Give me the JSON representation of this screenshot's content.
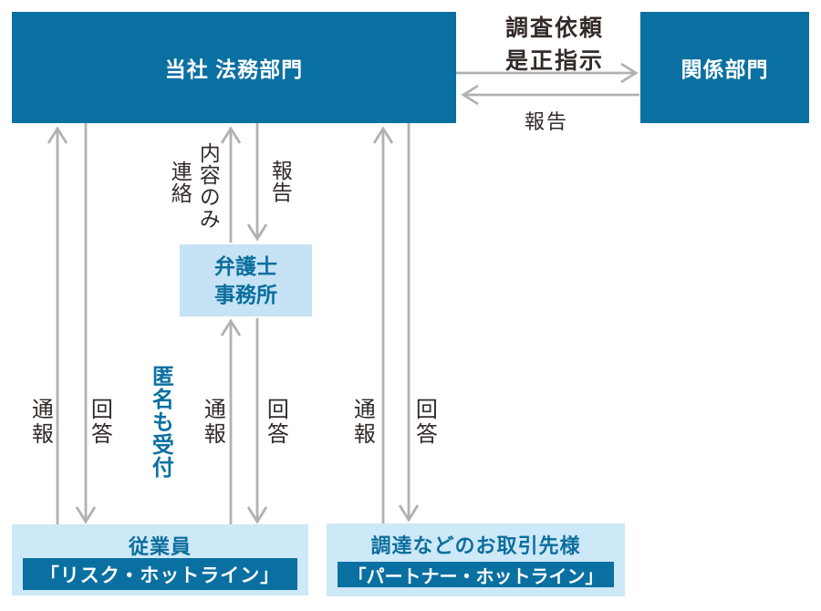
{
  "nodes": {
    "legal": {
      "label": "当社 法務部門"
    },
    "related": {
      "label": "関係部門"
    },
    "lawyer": {
      "line1": "弁護士",
      "line2": "事務所"
    },
    "employees": {
      "title": "従業員",
      "hotline": "「リスク・ホットライン」"
    },
    "partners": {
      "title": "調達などのお取引先様",
      "hotline": "「パートナー・ホットライン」"
    }
  },
  "labels": {
    "investigation_order": "調査依頼\n是正指示",
    "report_to_legal": "報告",
    "content_only": "内容のみ",
    "contact": "連絡",
    "report_from_lawyer": "報告",
    "anonymous_note": "匿名も受付",
    "report_emp": "通報",
    "answer_emp": "回答",
    "report_via_lawyer": "通報",
    "answer_via_lawyer": "回答",
    "report_partner": "通報",
    "answer_partner": "回答"
  },
  "colors": {
    "dark_blue": "#0a70a1",
    "light_blue": "#cde8f7",
    "lawyer_box_blue": "#c5e3f4",
    "arrow_gray": "#b1b1b1",
    "text_dark": "#332b28",
    "accent_text_blue": "#0c6e9d"
  }
}
